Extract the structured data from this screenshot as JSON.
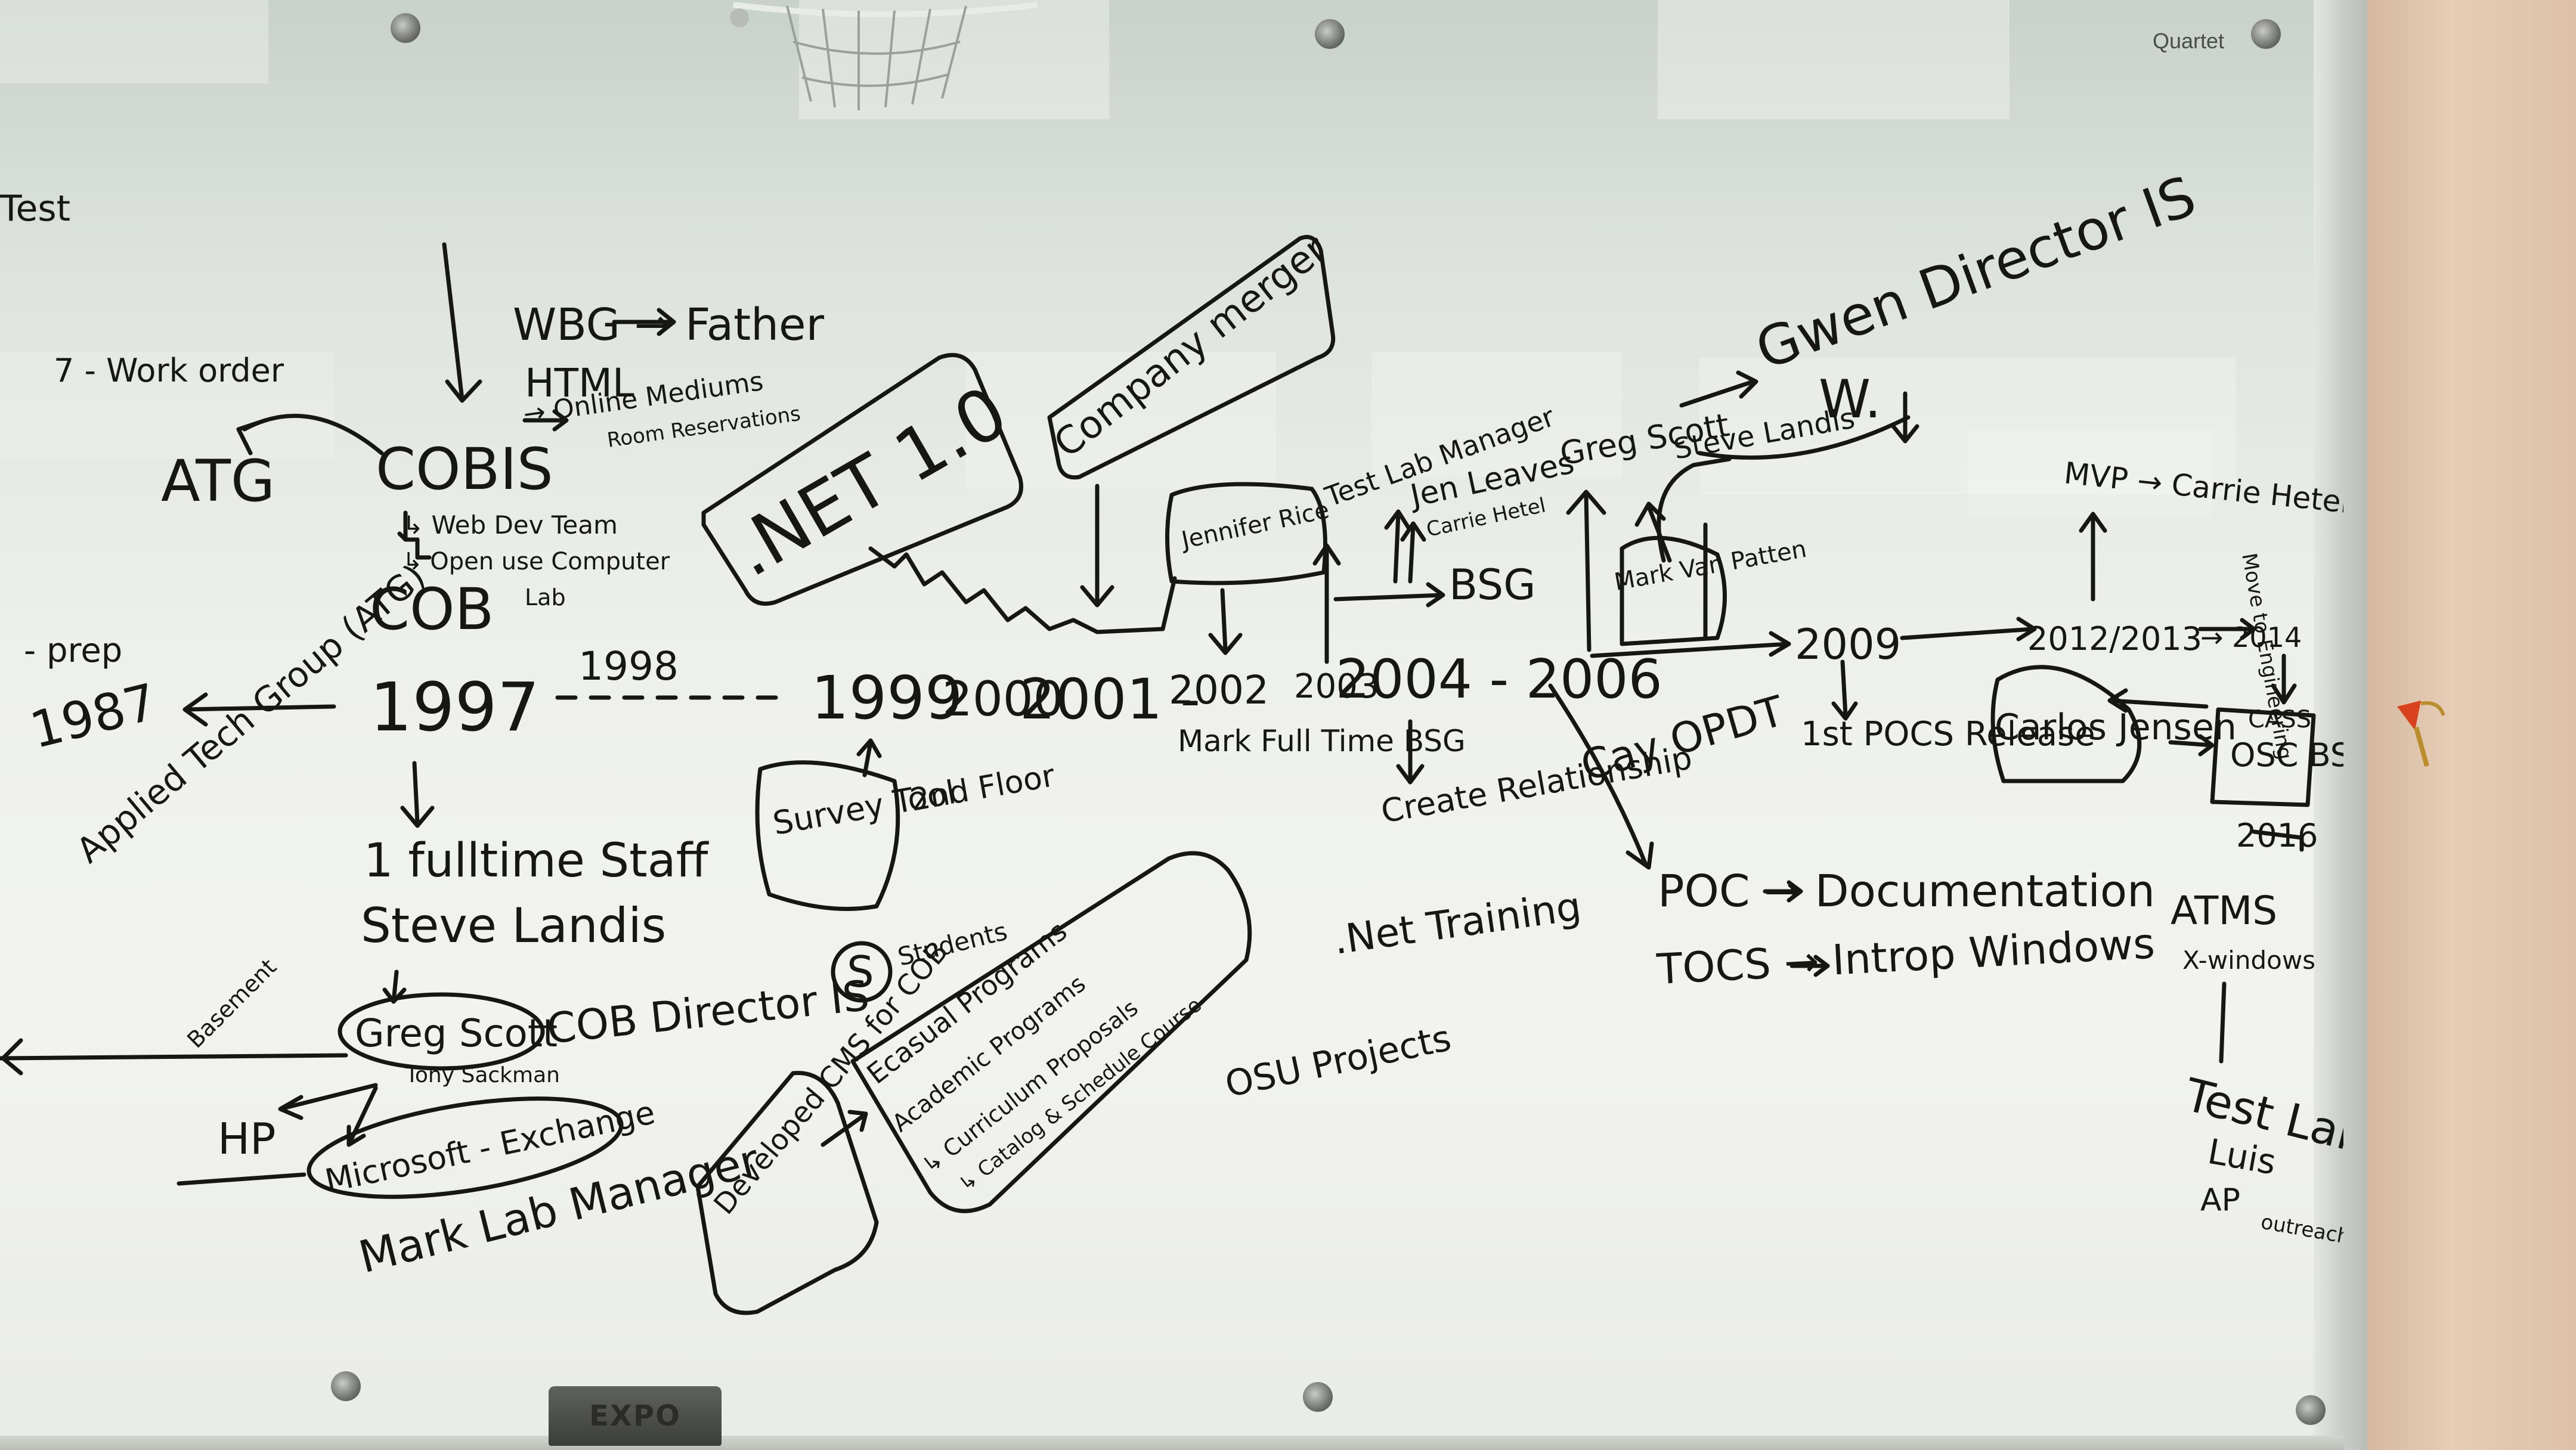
{
  "whiteboard": {
    "brand": "Quartet",
    "eraser_brand": "EXPO",
    "ink_color": "#161712",
    "notes": [
      "Test",
      "7 - Work order",
      "ATG",
      "COBIS",
      "WBG → Father",
      "HTML",
      "→ Online Mediums",
      "Room Reservations",
      "↳ Web Dev Team",
      "↳ Open use Computer",
      "COB",
      "Lab",
      ".NET 1.0",
      "Company merger",
      "Test Lab Manager",
      "Jennifer Rice",
      "Jen Leaves",
      "Carrie Hetel",
      "BSG",
      "Greg Scott",
      "Steve Landis",
      "Gwen Director IS",
      "W.",
      "Mark Van Patten",
      "MVP → Carrie Hetel",
      "Move to Engineering",
      "- prep",
      "1987",
      "1997",
      "1998",
      "1999",
      "2000",
      "2001 -",
      "2002",
      "2003",
      "2004 - 2006",
      "2009",
      "2012/2013",
      "→ 2014",
      "Applied Tech Group (ATG)",
      "Basement",
      "1 fulltime Staff",
      "Steve Landis",
      "Greg Scott",
      "Tony Sackman",
      "COB Director IS",
      "HP",
      "Microsoft - Exchange",
      "Mark Lab Manager",
      "Survey Tool",
      "2nd Floor",
      "S",
      "Students",
      "Developed CMS for COB",
      "Ecasual Programs",
      "Academic Programs",
      "↳ Curriculum Proposals",
      "↳ Catalog & Schedule Course",
      "OSU Projects",
      "Mark Full Time BSG",
      "Create Relationship",
      "Cay OPDT",
      ".Net Training",
      "POC → Documentation",
      "TOCS → Introp Windows",
      "ATMS",
      "X-windows",
      "1st POCS Release",
      "Carlos Jensen",
      "CASS",
      "OSC BSG",
      "2016",
      "Test Lab",
      "Luis",
      "AP",
      "outreach"
    ]
  }
}
